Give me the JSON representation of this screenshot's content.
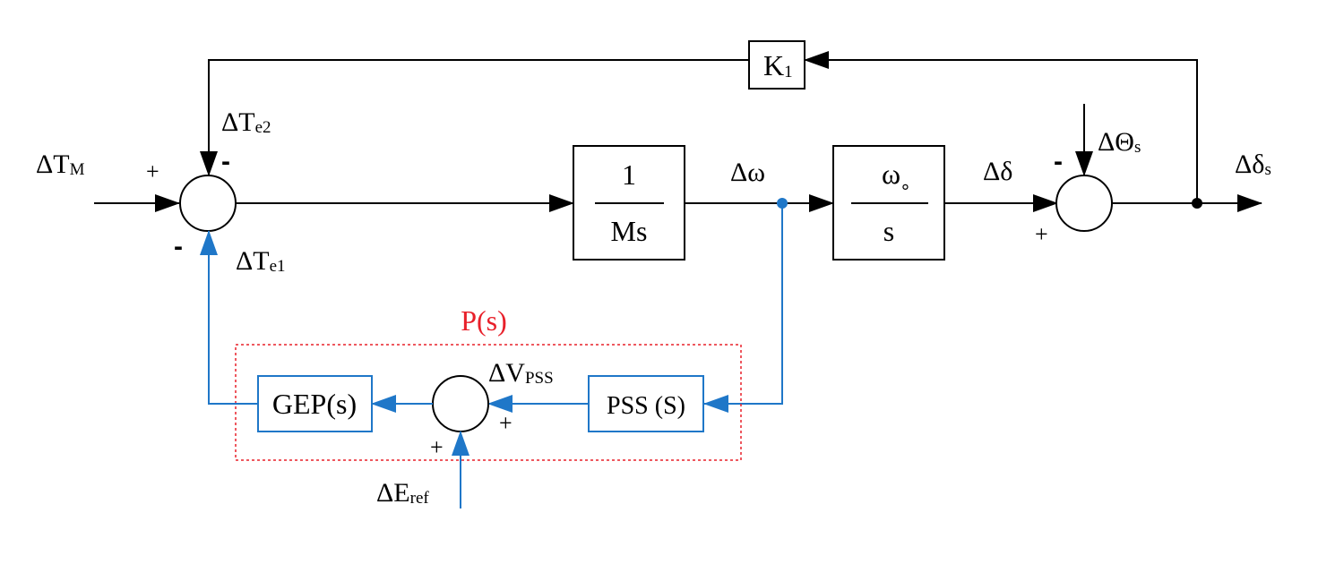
{
  "colors": {
    "line": "#000000",
    "feedback": "#1f77c8",
    "container": "#e8202a",
    "background": "#ffffff"
  },
  "blocks": {
    "k1": {
      "main": "K",
      "sub": "1"
    },
    "plant": {
      "numerator": "1",
      "denominator": "Ms"
    },
    "integrator": {
      "numerator": "ω",
      "numerator_mark": "˳",
      "denominator": "s"
    },
    "pss": {
      "label": "PSS (S)"
    },
    "gep": {
      "label": "GEP(s)"
    }
  },
  "container": {
    "label": "P(s)"
  },
  "signals": {
    "tm": {
      "main": "ΔT",
      "sub": "M"
    },
    "te2": {
      "main": "ΔT",
      "sub": "e2"
    },
    "te1": {
      "main": "ΔT",
      "sub": "e1"
    },
    "omega": {
      "main": "Δω"
    },
    "delta": {
      "main": "Δδ"
    },
    "theta": {
      "main": "ΔΘ",
      "sub": "s"
    },
    "delta_s": {
      "main": "Δδ",
      "sub": "s"
    },
    "vpss": {
      "main": "ΔV",
      "sub": "PSS"
    },
    "eref": {
      "main": "ΔE",
      "sub": "ref"
    }
  },
  "signs": {
    "sum1_left": "+",
    "sum1_top": "-",
    "sum1_bottom": "-",
    "sum2_top": "-",
    "sum2_left": "+",
    "sum3_right": "+",
    "sum3_bottom": "+"
  }
}
